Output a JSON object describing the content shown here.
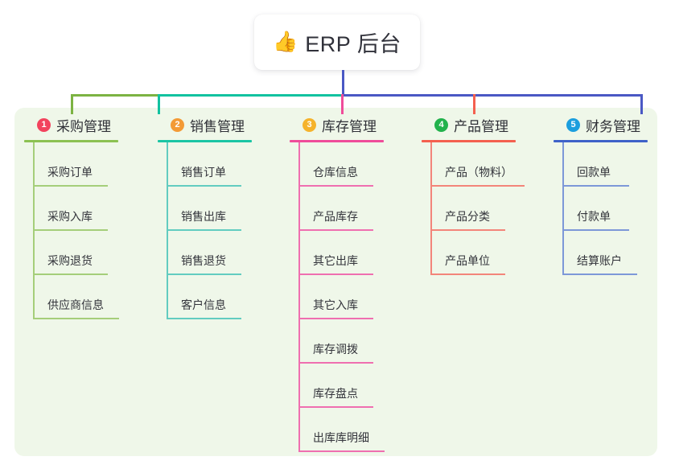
{
  "diagram": {
    "title": "ERP 后台",
    "root": {
      "icon": "thumbs-up-icon",
      "emoji": "👍",
      "label": "ERP 后台"
    },
    "panel_color": "#eff7e9",
    "columns": [
      {
        "index": "1",
        "badge_color": "#f2435d",
        "line_color": "#8cc152",
        "connector_color": "#7cb342",
        "title": "采购管理",
        "items": [
          "采购订单",
          "采购入库",
          "采购退货",
          "供应商信息"
        ]
      },
      {
        "index": "2",
        "badge_color": "#f39a36",
        "line_color": "#1bc5a4",
        "connector_color": "#12c2a0",
        "title": "销售管理",
        "items": [
          "销售订单",
          "销售出库",
          "销售退货",
          "客户信息"
        ]
      },
      {
        "index": "3",
        "badge_color": "#f5b32c",
        "line_color": "#ef4c9a",
        "connector_color": "#ef4c9a",
        "title": "库存管理",
        "items": [
          "仓库信息",
          "产品库存",
          "其它出库",
          "其它入库",
          "库存调拨",
          "库存盘点",
          "出库库明细"
        ]
      },
      {
        "index": "4",
        "badge_color": "#22b24c",
        "line_color": "#f4604f",
        "connector_color": "#f4604f",
        "title": "产品管理",
        "items": [
          "产品（物料）",
          "产品分类",
          "产品单位"
        ]
      },
      {
        "index": "5",
        "badge_color": "#1b9ede",
        "line_color": "#3f62c9",
        "connector_color": "#4a58c4",
        "title": "财务管理",
        "items": [
          "回款单",
          "付款单",
          "结算账户"
        ]
      }
    ],
    "sub_line_colors": {
      "1": "#a5ce7a",
      "2": "#62ccc0",
      "3": "#ef6fb0",
      "4": "#f3857a",
      "5": "#7d98d8"
    }
  }
}
